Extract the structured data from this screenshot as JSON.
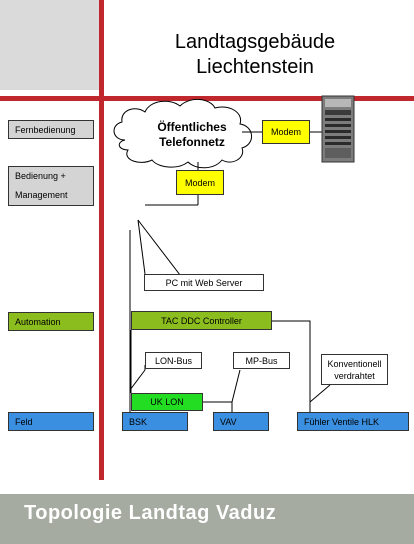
{
  "title": {
    "line1": "Landtagsgebäude",
    "line2": "Liechtenstein"
  },
  "levels": {
    "fernbedienung": "Fernbedienung",
    "bedienung_line1": "Bedienung +",
    "bedienung_line2": "Management",
    "automation": "Automation",
    "feld": "Feld"
  },
  "network": {
    "cloud_line1": "Öffentliches",
    "cloud_line2": "Telefonnetz",
    "modem_top": "Modem",
    "modem_bottom": "Modem",
    "pc_label": "PC mit Web Server",
    "controller": "TAC DDC Controller",
    "lon_bus": "LON-Bus",
    "mp_bus": "MP-Bus",
    "konventionell_line1": "Konventionell",
    "konventionell_line2": "verdrahtet",
    "uk_lon": "UK LON"
  },
  "field_devices": {
    "bsk": "BSK",
    "vav": "VAV",
    "fuehler": "Fühler Ventile HLK"
  },
  "footer": "Topologie Landtag Vaduz",
  "colors": {
    "red_line": "#c0282d",
    "automation_green": "#8cbd1f",
    "field_blue": "#3b8fe0",
    "modem_yellow": "#ffff00",
    "uk_lon_green": "#22dd22",
    "footer_bar": "#a6aba2"
  },
  "icons": {
    "server": "server-tower-icon",
    "cloud": "cloud-icon"
  }
}
